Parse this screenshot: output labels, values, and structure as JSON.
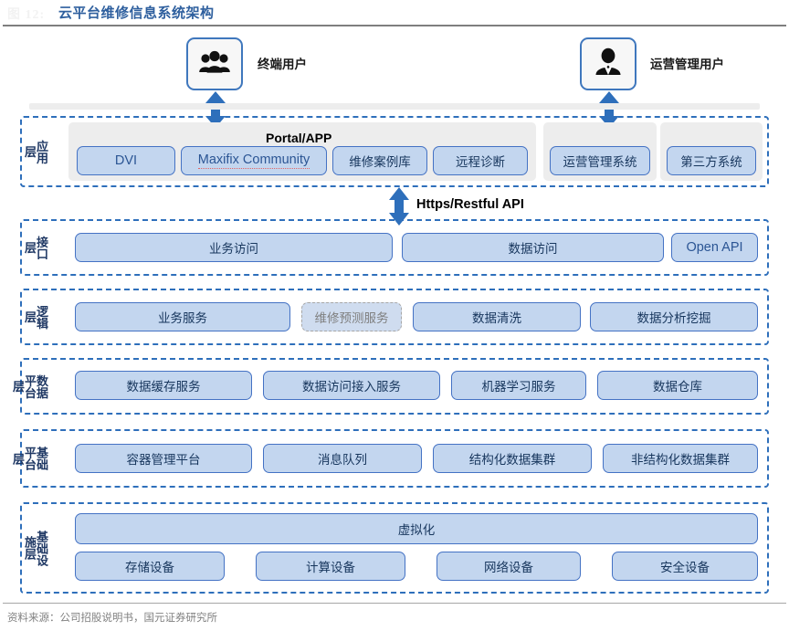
{
  "header": {
    "watermark": "图 12:",
    "title": "云平台维修信息系统架构",
    "footer": "资料来源：公司招股说明书，国元证券研究所"
  },
  "colors": {
    "accent": "#4472c4",
    "node_fill": "#c3d6ef",
    "layer_border": "#2e6fbb",
    "group_bg": "#ededed",
    "title": "#2e5f9e",
    "ghost_text": "#7f7f7f"
  },
  "actors": [
    {
      "icon": "users-group-icon",
      "label": "终端用户"
    },
    {
      "icon": "user-person-icon",
      "label": "运营管理用户"
    }
  ],
  "connectors": [
    {
      "name": "end-user-connector",
      "label": ""
    },
    {
      "name": "ops-user-connector",
      "label": ""
    },
    {
      "name": "api-connector",
      "label": "Https/Restful API"
    }
  ],
  "layers": [
    {
      "id": "application",
      "label": "应用层",
      "group_title": "Portal/APP",
      "nodes": [
        {
          "label": "DVI",
          "script": "latin",
          "state": "normal"
        },
        {
          "label": "Maxifix Community",
          "script": "latin",
          "state": "spellcheck"
        },
        {
          "label": "维修案例库",
          "script": "cjk",
          "state": "normal"
        },
        {
          "label": "远程诊断",
          "script": "cjk",
          "state": "normal"
        },
        {
          "label": "运营管理系统",
          "script": "cjk",
          "state": "normal"
        },
        {
          "label": "第三方系统",
          "script": "cjk",
          "state": "normal"
        }
      ]
    },
    {
      "id": "interface",
      "label": "接口层",
      "nodes": [
        {
          "label": "业务访问",
          "script": "cjk",
          "state": "normal"
        },
        {
          "label": "数据访问",
          "script": "cjk",
          "state": "normal"
        },
        {
          "label": "Open API",
          "script": "latin",
          "state": "normal"
        }
      ]
    },
    {
      "id": "logic",
      "label": "逻辑层",
      "nodes": [
        {
          "label": "业务服务",
          "script": "cjk",
          "state": "normal"
        },
        {
          "label": "维修预测服务",
          "script": "cjk",
          "state": "ghost"
        },
        {
          "label": "数据清洗",
          "script": "cjk",
          "state": "normal"
        },
        {
          "label": "数据分析挖掘",
          "script": "cjk",
          "state": "normal"
        }
      ]
    },
    {
      "id": "data-platform",
      "label": "数据平台层",
      "nodes": [
        {
          "label": "数据缓存服务",
          "script": "cjk",
          "state": "normal"
        },
        {
          "label": "数据访问接入服务",
          "script": "cjk",
          "state": "normal"
        },
        {
          "label": "机器学习服务",
          "script": "cjk",
          "state": "normal"
        },
        {
          "label": "数据仓库",
          "script": "cjk",
          "state": "normal"
        }
      ]
    },
    {
      "id": "base-platform",
      "label": "基础平台层",
      "nodes": [
        {
          "label": "容器管理平台",
          "script": "cjk",
          "state": "normal"
        },
        {
          "label": "消息队列",
          "script": "cjk",
          "state": "normal"
        },
        {
          "label": "结构化数据集群",
          "script": "cjk",
          "state": "normal"
        },
        {
          "label": "非结构化数据集群",
          "script": "cjk",
          "state": "normal"
        }
      ]
    },
    {
      "id": "infrastructure",
      "label": "基础设施层",
      "nodes": [
        {
          "label": "虚拟化",
          "script": "cjk",
          "state": "normal"
        },
        {
          "label": "存储设备",
          "script": "cjk",
          "state": "normal"
        },
        {
          "label": "计算设备",
          "script": "cjk",
          "state": "normal"
        },
        {
          "label": "网络设备",
          "script": "cjk",
          "state": "normal"
        },
        {
          "label": "安全设备",
          "script": "cjk",
          "state": "normal"
        }
      ]
    }
  ]
}
